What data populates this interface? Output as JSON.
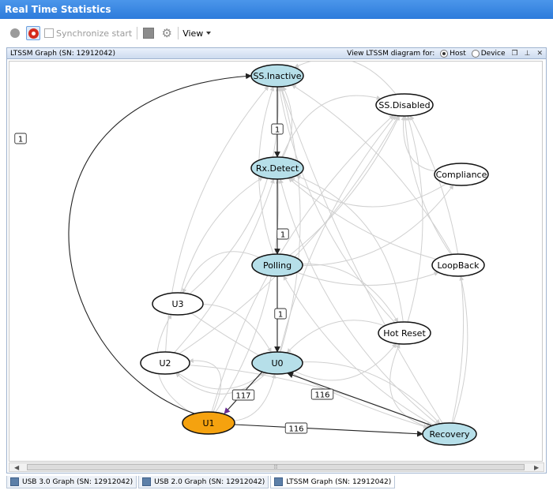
{
  "window": {
    "title": "Real Time Statistics"
  },
  "toolbar": {
    "sync_label": "Synchronize start",
    "view_label": "View",
    "icons": [
      "stop-icon",
      "record-icon",
      "checkbox-icon",
      "save-icon",
      "gear-icon",
      "chevron-down-icon"
    ]
  },
  "panel": {
    "title": "LTSSM Graph (SN: 12912042)",
    "view_for_label": "View LTSSM diagram for:",
    "options": [
      "Host",
      "Device"
    ],
    "selected": "Host"
  },
  "graph": {
    "colors": {
      "active_fill": "#b6dfe9",
      "inactive_fill": "#ffffff",
      "current_fill": "#f5a20f",
      "edge_gray": "#d0d0d0"
    },
    "nodes": [
      {
        "id": "ss_inactive",
        "label": "SS.Inactive",
        "state": "active"
      },
      {
        "id": "ss_disabled",
        "label": "SS.Disabled",
        "state": "inactive"
      },
      {
        "id": "rx_detect",
        "label": "Rx.Detect",
        "state": "active"
      },
      {
        "id": "compliance",
        "label": "Compliance",
        "state": "inactive"
      },
      {
        "id": "polling",
        "label": "Polling",
        "state": "active"
      },
      {
        "id": "loopback",
        "label": "LoopBack",
        "state": "inactive"
      },
      {
        "id": "u3",
        "label": "U3",
        "state": "inactive"
      },
      {
        "id": "hot_reset",
        "label": "Hot Reset",
        "state": "inactive"
      },
      {
        "id": "u2",
        "label": "U2",
        "state": "inactive"
      },
      {
        "id": "u0",
        "label": "U0",
        "state": "active"
      },
      {
        "id": "u1",
        "label": "U1",
        "state": "current"
      },
      {
        "id": "recovery",
        "label": "Recovery",
        "state": "active"
      }
    ],
    "edges": [
      {
        "from": "u1",
        "to": "ss_inactive",
        "label": "1"
      },
      {
        "from": "ss_inactive",
        "to": "rx_detect",
        "label": "1"
      },
      {
        "from": "rx_detect",
        "to": "polling",
        "label": "1"
      },
      {
        "from": "polling",
        "to": "u0",
        "label": "1"
      },
      {
        "from": "u0",
        "to": "u1",
        "label": "117"
      },
      {
        "from": "u1",
        "to": "recovery",
        "label": "116"
      },
      {
        "from": "recovery",
        "to": "u0",
        "label": "116"
      }
    ]
  },
  "tabs": [
    {
      "label": "USB 3.0 Graph (SN: 12912042)",
      "active": false
    },
    {
      "label": "USB 2.0 Graph (SN: 12912042)",
      "active": false
    },
    {
      "label": "LTSSM Graph (SN: 12912042)",
      "active": true
    }
  ]
}
